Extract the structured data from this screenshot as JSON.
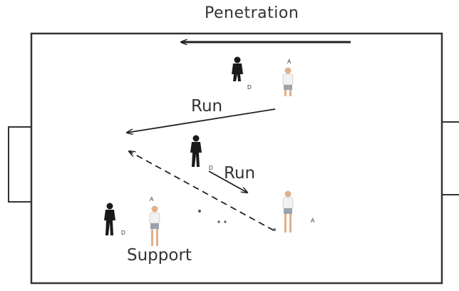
{
  "title": "Penetration",
  "labels": {
    "run_upper": "Run",
    "run_lower": "Run",
    "support": "Support"
  },
  "player_tags": {
    "attacker": "A",
    "defender_top": "D",
    "defender_middle": "D",
    "defender_left": "D"
  },
  "colors": {
    "field_line": "#333333",
    "arrow": "#222222",
    "defender": "#1a1a1a",
    "attacker_shirt": "#f2f2f2",
    "attacker_shorts": "#9aa3ab",
    "skin": "#e0b08a",
    "text": "#333333"
  }
}
